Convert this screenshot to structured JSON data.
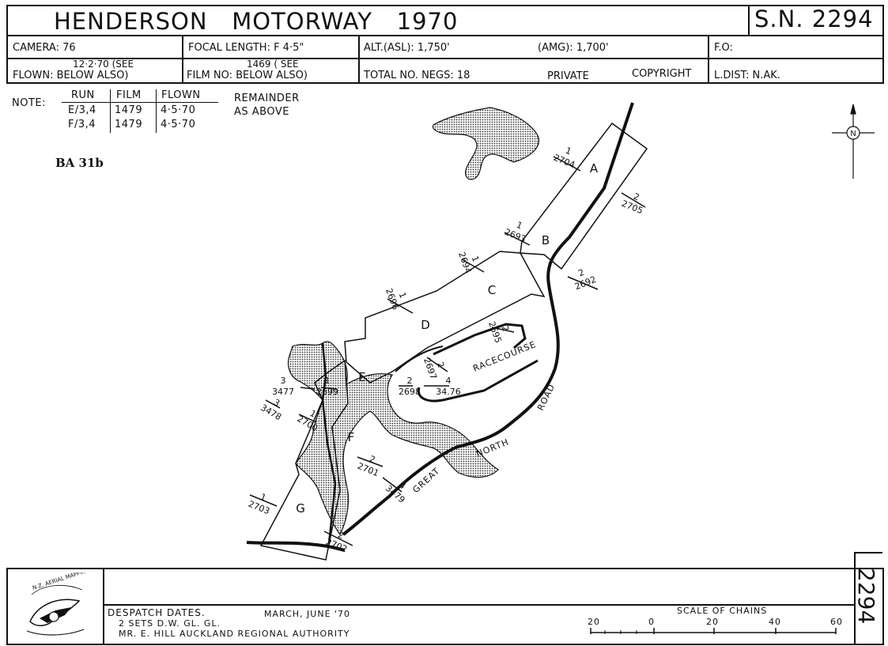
{
  "header": {
    "title": "HENDERSON   MOTORWAY   1970",
    "sn": "S.N. 2294"
  },
  "info": {
    "camera": "CAMERA:  76",
    "focal": "FOCAL  LENGTH:  F 4·5\"",
    "alt_asl": "ALT.(ASL):  1,750'",
    "amg": "(AMG):  1,700'",
    "fo": "F.O:",
    "flown_top": "12·2·70 (SEE",
    "flown": "FLOWN:  BELOW  ALSO)",
    "film_top": "1469  ( SEE",
    "film": "FILM  NO: BELOW   ALSO)",
    "total_negs": "TOTAL  NO.  NEGS:  18",
    "private": "PRIVATE",
    "copyright": "COPYRIGHT",
    "ldist": "L.DIST:   N.AK."
  },
  "note": {
    "label": "NOTE:",
    "headers": [
      "RUN",
      "FILM",
      "FLOWN"
    ],
    "rows": [
      [
        "E/3,4",
        "1479",
        "4·5·70"
      ],
      [
        "F/3,4",
        "1479",
        "4·5·70"
      ]
    ],
    "remainder_1": "REMAINDER",
    "remainder_2": "AS   ABOVE"
  },
  "ba_label": "BA 31b",
  "map": {
    "runs": [
      "A",
      "B",
      "C",
      "D",
      "E",
      "F",
      "G"
    ],
    "frame_labels": {
      "a_top": "1",
      "a_bot": "2704",
      "a2_top": "2",
      "a2_bot": "2705",
      "b_top": "1",
      "b_bot": "2693",
      "b2_top": "2",
      "b2_bot": "2692",
      "c_top": "1",
      "c_bot": "2694",
      "d_top": "1",
      "d_bot": "2696",
      "c2_top": "2",
      "c2_bot": "2695",
      "d2_top": "2",
      "d2_bot": "2697",
      "e_top": "1",
      "e_bot": "2699",
      "e2_top": "2",
      "e2_bot": "2698",
      "e3_top": "3",
      "e3_bot": "3477",
      "e4_top": "4",
      "e4_bot": "34.76",
      "f3_top": "3",
      "f3_bot": "3478",
      "f1_top": "1",
      "f1_bot": "2700",
      "f2_top": "2",
      "f2_bot": "2701",
      "f4_top": "4",
      "f4_bot": "3479",
      "g_top": "1",
      "g_bot": "2703",
      "g2_top": "2",
      "g2_bot": "2702"
    },
    "road_great": "GREAT",
    "road_north": "NORTH",
    "road_road": "ROAD",
    "racecourse": "RACECOURSE",
    "north_symbol": "N"
  },
  "footer": {
    "despatch": "DESPATCH  DATES.",
    "despatch_dates": "MARCH,   JUNE  '70",
    "sets": "2  SETS   D.W.  GL.  GL.",
    "mr": "MR.  E. HILL    AUCKLAND    REGIONAL    AUTHORITY",
    "scale_title": "SCALE  OF  CHAINS",
    "scale_ticks": [
      "20",
      "0",
      "20",
      "40",
      "60"
    ],
    "logo_text": "N.Z. AERIAL MAPPING LTD",
    "vertical_sn": "2294"
  }
}
